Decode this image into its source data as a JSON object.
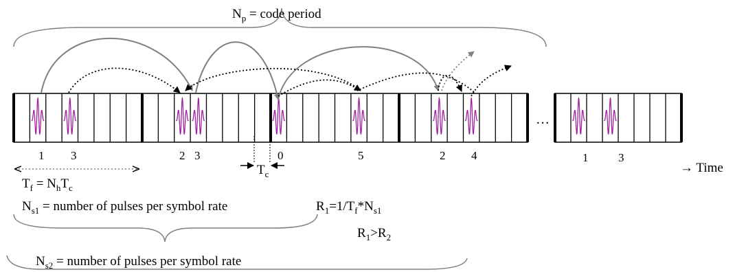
{
  "top_brace": {
    "base": "N",
    "sub": "p",
    "rest": " = code period"
  },
  "frame_label": {
    "base1": "T",
    "sub1": "f",
    "mid": " = N",
    "sub2": "h",
    "base3": "T",
    "sub3": "c"
  },
  "chip_label": {
    "base": "T",
    "sub": "c"
  },
  "ns1_label": {
    "base": "N",
    "sub": "s1",
    "rest": " = number of pulses per symbol rate"
  },
  "r1_label": {
    "a": "R",
    "a_sub": "1",
    "b": "=1/T",
    "b_sub": "f",
    "c": "*N",
    "c_sub": "s1"
  },
  "compare_label": {
    "a": "R",
    "a_sub": "1",
    "mid": ">R",
    "b_sub": "2"
  },
  "ns2_label": {
    "base": "N",
    "sub": "s2",
    "rest": " = number of pulses per symbol rate"
  },
  "time_label": "→ Time",
  "ellipsis": "…",
  "pulse_numbers": [
    {
      "id": "p-1a",
      "text": "1"
    },
    {
      "id": "p-3a",
      "text": "3"
    },
    {
      "id": "p-2a",
      "text": "2"
    },
    {
      "id": "p-3b",
      "text": "3"
    },
    {
      "id": "p-0",
      "text": "0"
    },
    {
      "id": "p-5",
      "text": "5"
    },
    {
      "id": "p-2b",
      "text": "2"
    },
    {
      "id": "p-4",
      "text": "4"
    },
    {
      "id": "p-1b",
      "text": "1"
    },
    {
      "id": "p-3c",
      "text": "3"
    }
  ],
  "colors": {
    "pulse": "#a020a0",
    "solid_arrow": "#808080",
    "dotted_arrow": "#000000",
    "frame": "#000000"
  }
}
